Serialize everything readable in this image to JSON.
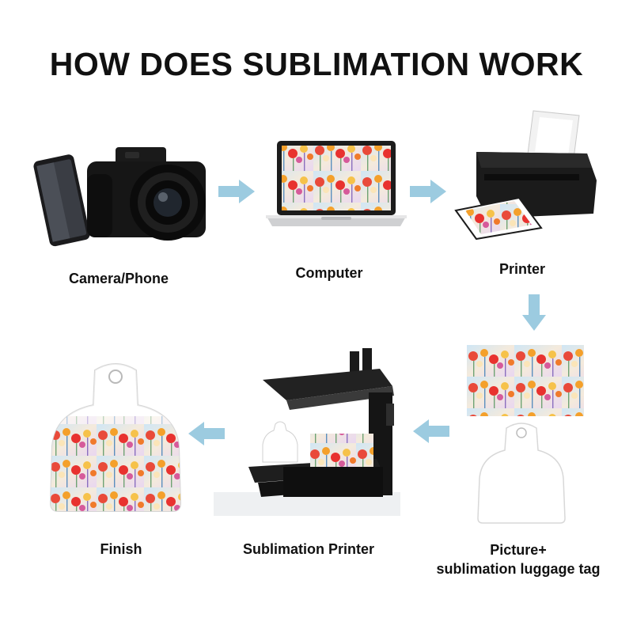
{
  "title": "HOW DOES SUBLIMATION WORK",
  "steps": [
    {
      "label": "Camera/Phone"
    },
    {
      "label": "Computer"
    },
    {
      "label": "Printer"
    },
    {
      "label_line1": "Picture+",
      "label_line2": "sublimation luggage tag"
    },
    {
      "label": "Sublimation Printer"
    },
    {
      "label": "Finish"
    }
  ],
  "colors": {
    "arrow": "#9ccbe0",
    "text": "#111111"
  },
  "icons": [
    "phone-icon",
    "camera-icon",
    "laptop-icon",
    "printer-icon",
    "picture-icon",
    "luggage-tag-icon",
    "heat-press-icon",
    "finished-tag-icon"
  ]
}
